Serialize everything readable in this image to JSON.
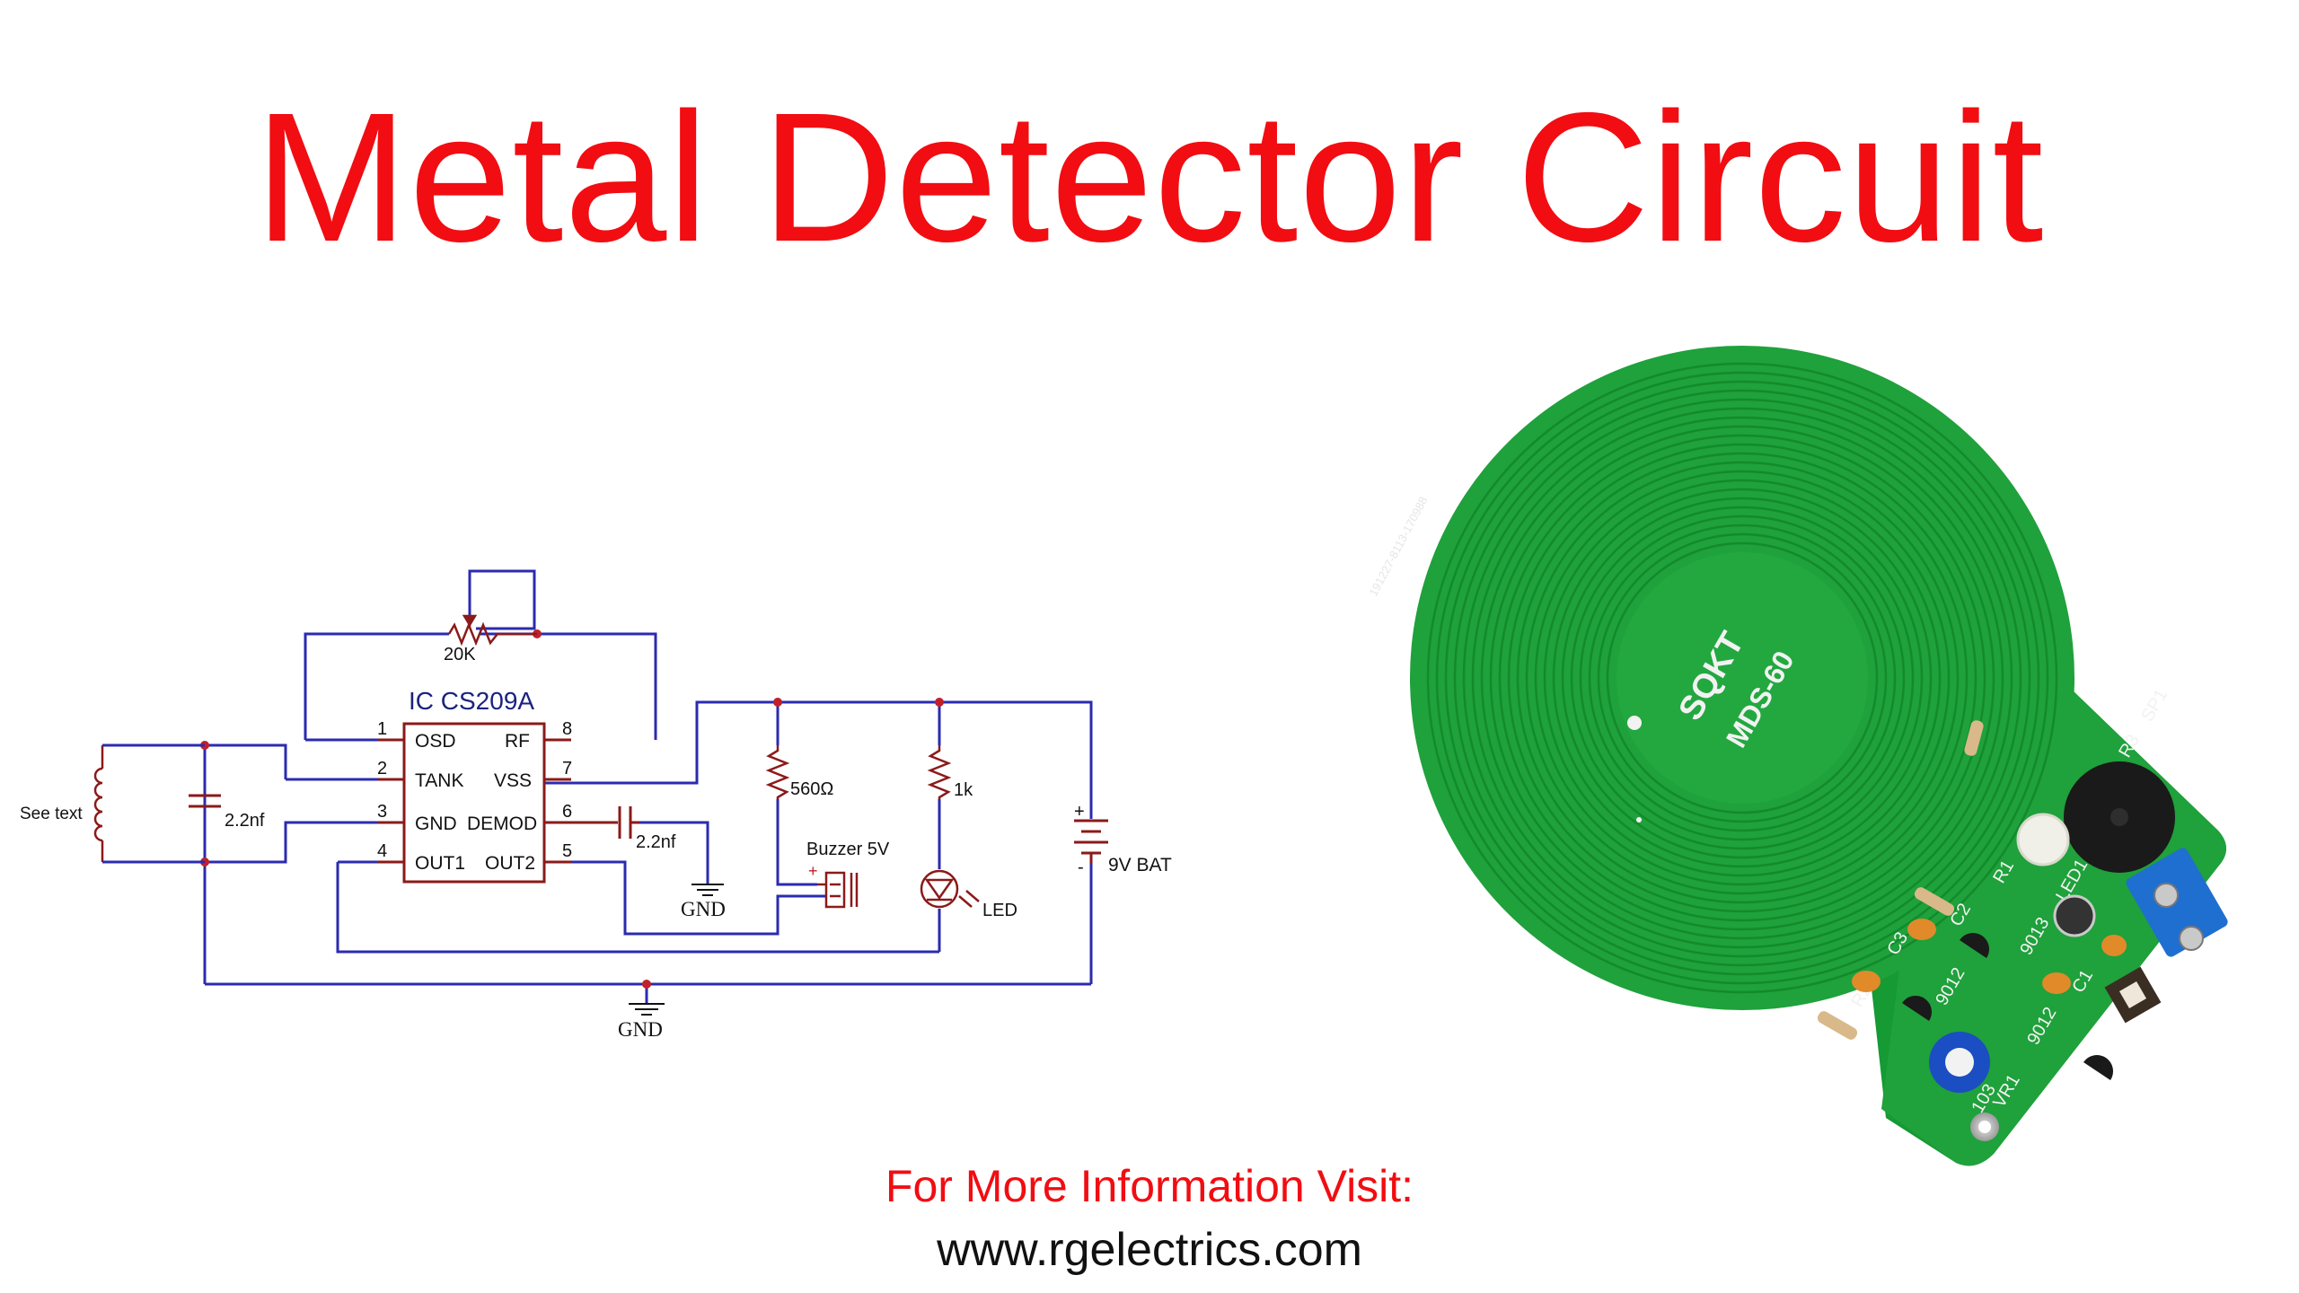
{
  "title": "Metal Detector Circuit",
  "colors": {
    "title": "#f10d12",
    "wire": "#2b2bb0",
    "component": "#8b1a1a",
    "label": "#111111",
    "ic_label": "#1a237e",
    "pcb_green": "#1fa13b",
    "pcb_dark": "#137a2a"
  },
  "schematic": {
    "potentiometer": "20K",
    "ic_name": "IC CS209A",
    "pins_left": [
      {
        "num": "1",
        "name": "OSD"
      },
      {
        "num": "2",
        "name": "TANK"
      },
      {
        "num": "3",
        "name": "GND"
      },
      {
        "num": "4",
        "name": "OUT1"
      }
    ],
    "pins_right": [
      {
        "num": "8",
        "name": "RF"
      },
      {
        "num": "7",
        "name": "VSS"
      },
      {
        "num": "6",
        "name": "DEMOD"
      },
      {
        "num": "5",
        "name": "OUT2"
      }
    ],
    "coil_label": "See text",
    "cap_tank": "2.2nf",
    "cap_demod": "2.2nf",
    "gnd_demod": "GND",
    "res_buzzer": "560Ω",
    "buzzer": "Buzzer 5V",
    "buzzer_plus": "+",
    "res_led": "1k",
    "led": "LED",
    "battery": "9V BAT",
    "bat_plus": "+",
    "bat_minus": "-",
    "gnd_main": "GND"
  },
  "pcb": {
    "brand": "SQKT",
    "model": "MDS-60",
    "serial": "191227-8113-170988",
    "silk": {
      "r1": "R1",
      "r2": "R2",
      "r3": "R3",
      "c1": "C1",
      "c2": "C2",
      "c3": "C3",
      "led": "LED1",
      "sp": "SP1",
      "q1": "9012",
      "q2": "9013",
      "q3": "9012",
      "vr": "VR1",
      "pot_val": "103"
    }
  },
  "footer": {
    "line1": "For More Information Visit:",
    "line2": "www.rgelectrics.com"
  }
}
